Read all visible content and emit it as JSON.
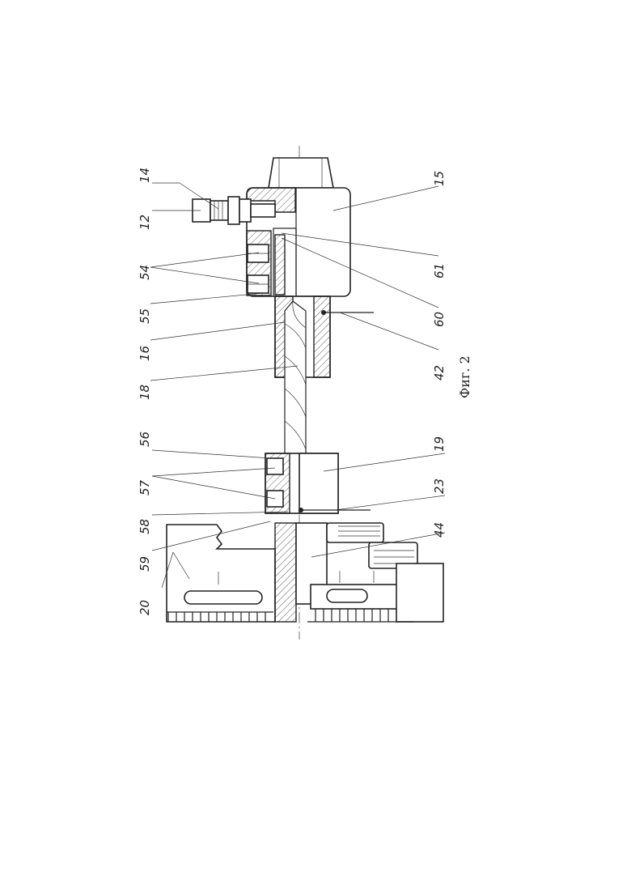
{
  "figure": {
    "caption": "Фиг. 2"
  },
  "labels": {
    "l14": "14",
    "l12": "12",
    "l54": "54",
    "l55": "55",
    "l16": "16",
    "l18": "18",
    "l56": "56",
    "l57": "57",
    "l58": "58",
    "l59": "59",
    "l20": "20",
    "l15": "15",
    "l61": "61",
    "l60": "60",
    "l42": "42",
    "l19": "19",
    "l23": "23",
    "l44": "44"
  }
}
